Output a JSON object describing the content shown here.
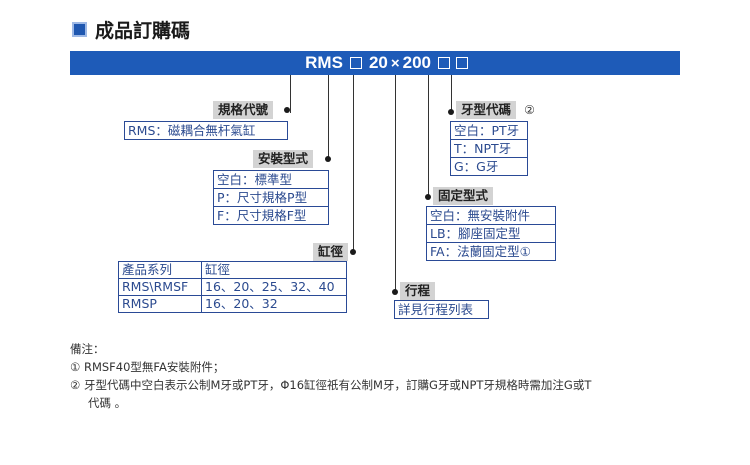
{
  "section_title": "成品訂購碼",
  "model_code": {
    "prefix": "RMS",
    "bore": "20",
    "times": "×",
    "stroke": "200"
  },
  "thread_type": {
    "label": "牙型代碼",
    "note_mark": "②",
    "options": [
      "空白：PT牙",
      "T：NPT牙",
      "G：G牙"
    ]
  },
  "cylinder_spec": {
    "label": "規格代號",
    "options": [
      "RMS：磁耦合無杆氣缸"
    ]
  },
  "mount_type": {
    "label": "安裝型式",
    "options": [
      "空白：標準型",
      "P：尺寸規格P型",
      "F：尺寸規格F型"
    ]
  },
  "fixing_type": {
    "label": "固定型式",
    "options": [
      "空白：無安裝附件",
      "LB：腳座固定型",
      "FA：法蘭固定型①"
    ]
  },
  "bore_table": {
    "label": "缸徑",
    "header": [
      "產品系列",
      "缸徑"
    ],
    "rows": [
      [
        "RMS\\RMSF",
        "16、20、25、32、40"
      ],
      [
        "RMSP",
        "16、20、32"
      ]
    ]
  },
  "stroke": {
    "label": "行程",
    "options": [
      "詳見行程列表"
    ]
  },
  "notes": {
    "heading": "備注：",
    "items": [
      "① RMSF40型無FA安裝附件；",
      "② 牙型代碼中空白表示公制M牙或PT牙，Φ16缸徑祇有公制M牙，訂購G牙或NPT牙規格時需加注G或T",
      "代碼 。"
    ]
  },
  "colors": {
    "banner": "#1e5bb8",
    "label_bg": "#d3d3d3",
    "option_text": "#2b4a8f",
    "title_icon": "#1f57b0"
  }
}
